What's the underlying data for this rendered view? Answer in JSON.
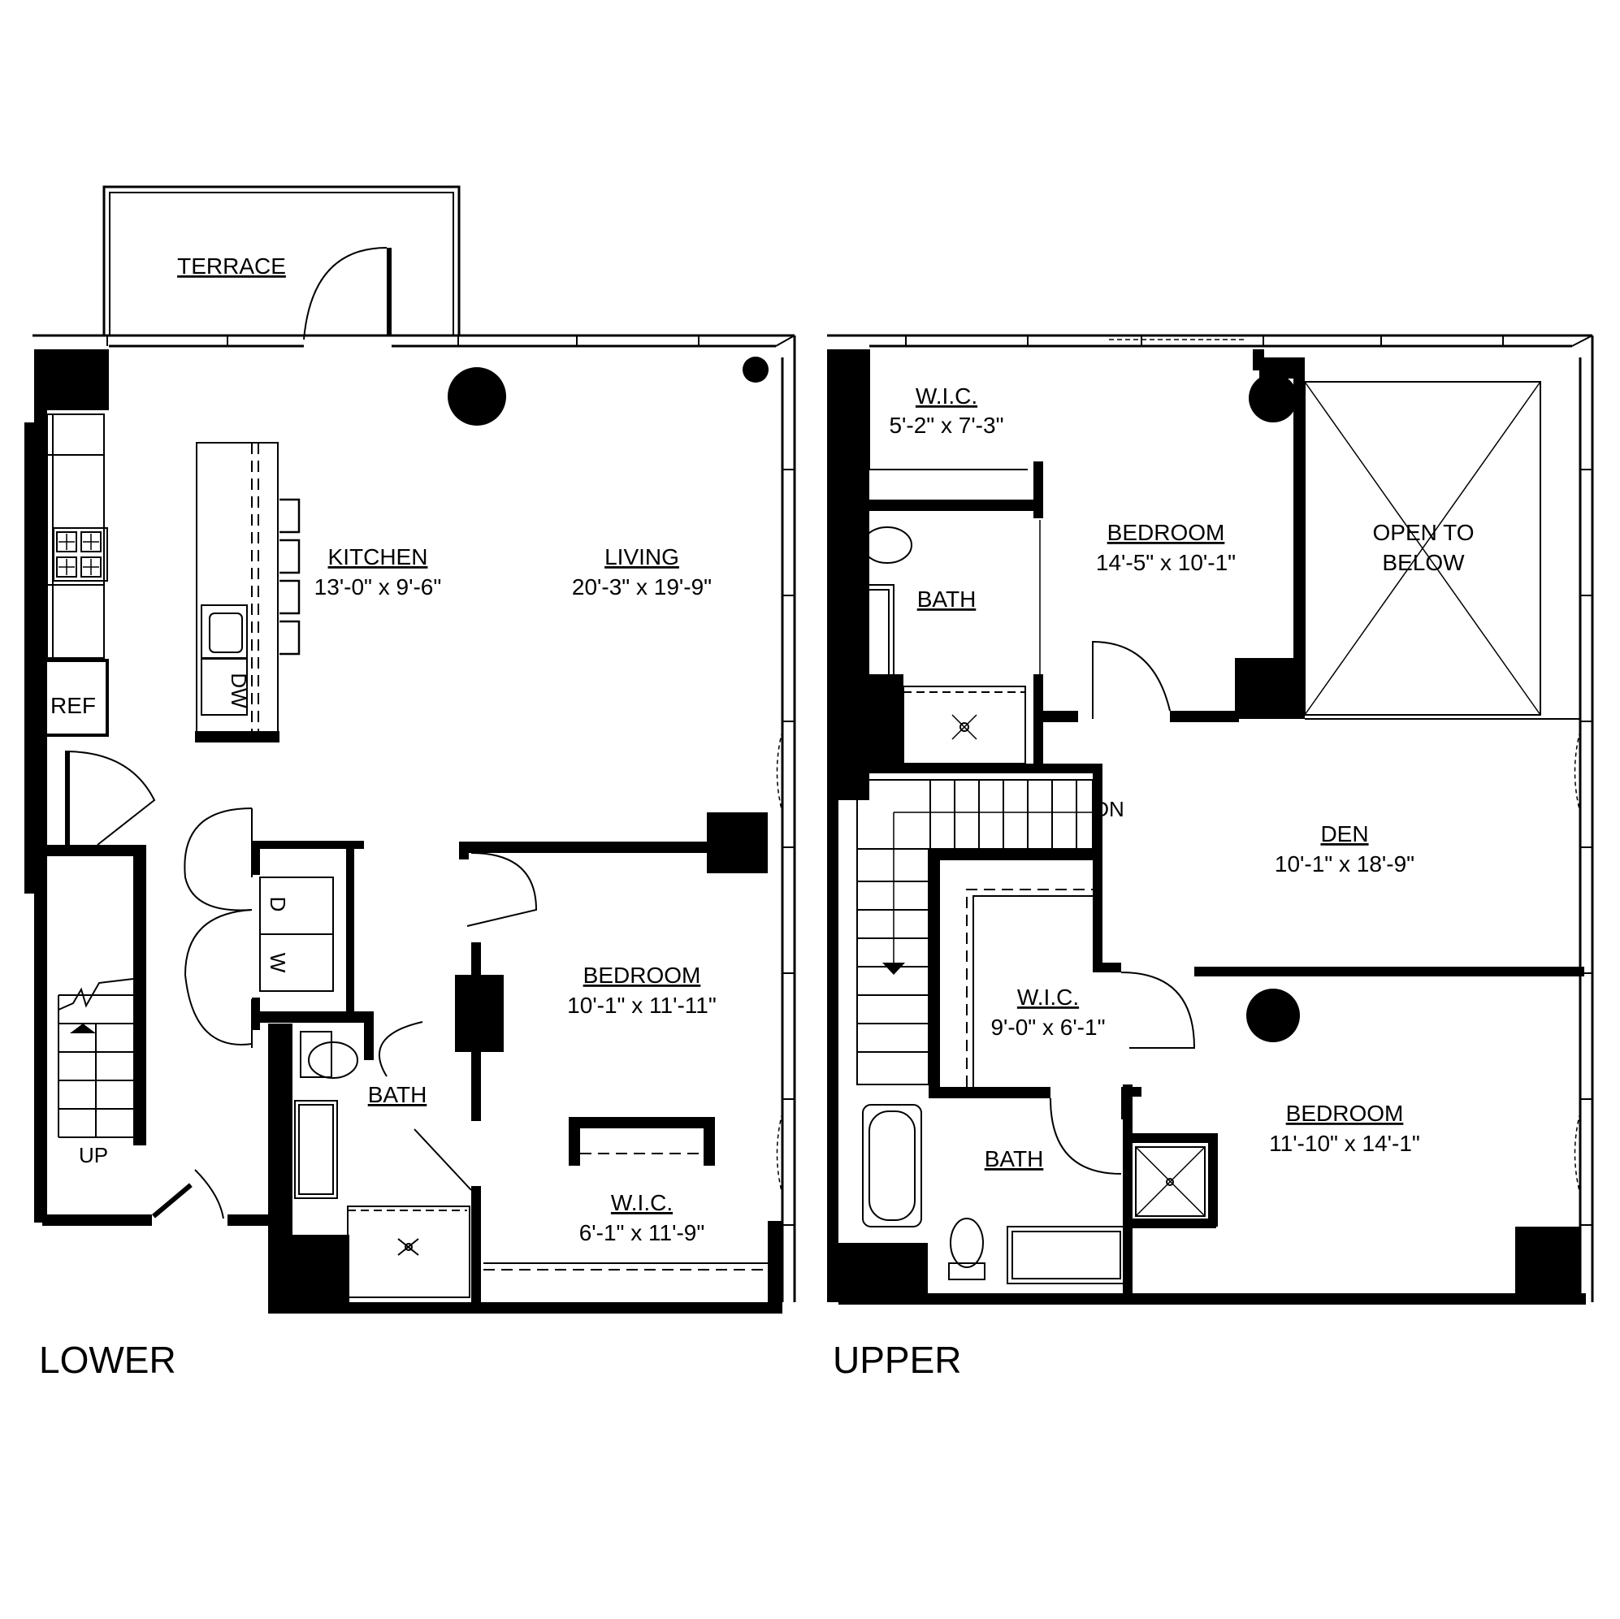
{
  "floors": {
    "lower": {
      "title": "LOWER",
      "terrace": "TERRACE",
      "kitchen": {
        "name": "KITCHEN",
        "dims": "13'-0\" x 9'-6\""
      },
      "living": {
        "name": "LIVING",
        "dims": "20'-3\" x 19'-9\""
      },
      "bedroom": {
        "name": "BEDROOM",
        "dims": "10'-1\" x 11'-11\""
      },
      "wic": {
        "name": "W.I.C.",
        "dims": "6'-1\" x 11'-9\""
      },
      "bath": "BATH",
      "ref": "REF",
      "dw": "DW",
      "washer": "W",
      "dryer": "D",
      "stairs": "UP"
    },
    "upper": {
      "title": "UPPER",
      "wic_top": {
        "name": "W.I.C.",
        "dims": "5'-2\" x 7'-3\""
      },
      "bedroom_top": {
        "name": "BEDROOM",
        "dims": "14'-5\" x 10'-1\""
      },
      "open_to_below": {
        "line1": "OPEN TO",
        "line2": "BELOW"
      },
      "bath_top": "BATH",
      "den": {
        "name": "DEN",
        "dims": "10'-1\" x 18'-9\""
      },
      "wic_mid": {
        "name": "W.I.C.",
        "dims": "9'-0\" x 6'-1\""
      },
      "bedroom_bottom": {
        "name": "BEDROOM",
        "dims": "11'-10\" x 14'-1\""
      },
      "bath_bottom": "BATH",
      "stairs": "DN"
    }
  }
}
